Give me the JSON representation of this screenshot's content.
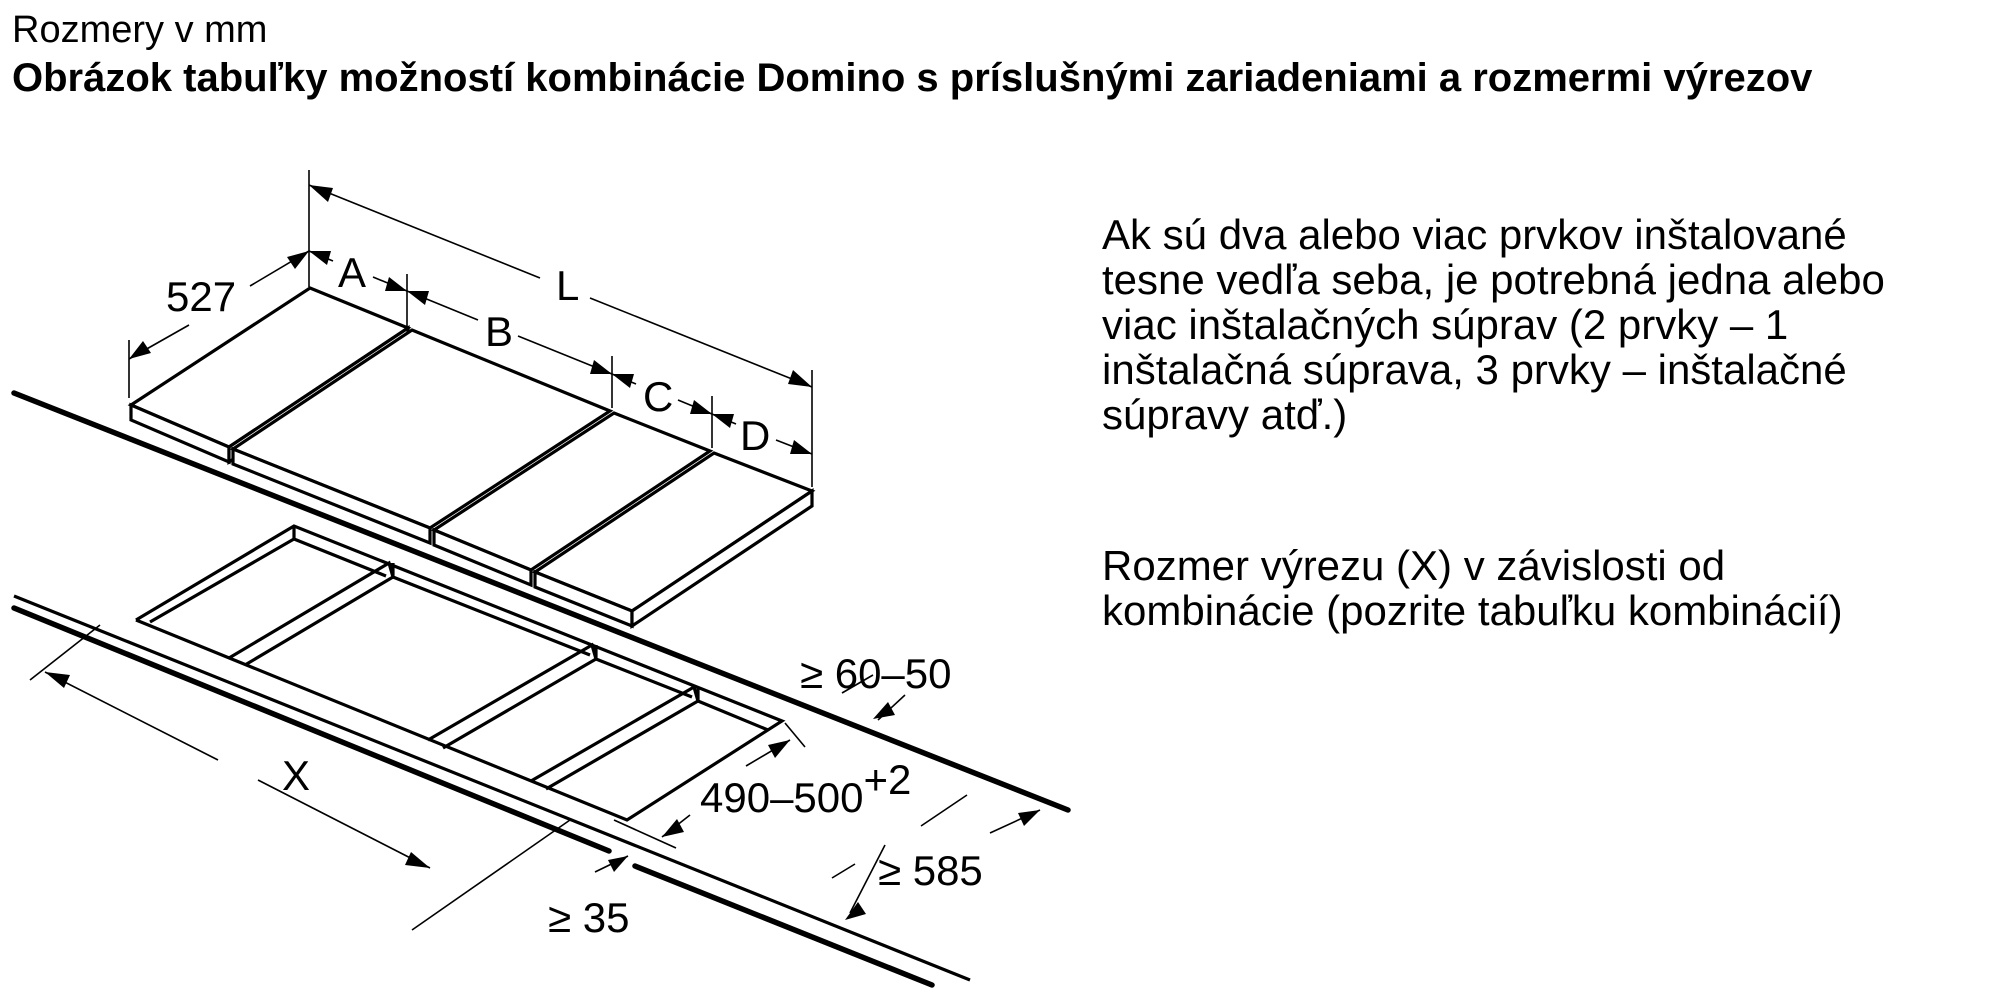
{
  "header": {
    "subtitle": "Rozmery v mm",
    "title": "Obrázok tabuľky možností kombinácie Domino s príslušnými zariadeniami a rozmermi výrezov"
  },
  "notes": {
    "installation_kits": "Ak sú dva alebo viac prvkov inštalované\ntesne vedľa seba, je potrebná jedna alebo\nviac inštalačných súprav (2 prvky – 1\ninštalačná súprava, 3 prvky – inštalačné\nsúpravy atď.)",
    "cutout_dimension": "Rozmer výrezu (X) v závislosti od\nkombinácie (pozrite tabuľku kombinácií)"
  },
  "diagram": {
    "labels": {
      "depth": "527",
      "width_a": "A",
      "width_b": "B",
      "width_c": "C",
      "width_d": "D",
      "total_length": "L",
      "cutout_width": "X",
      "cutout_depth": "490–500",
      "cutout_depth_tolerance": "+2",
      "rear_distance": "≥ 60–50",
      "front_distance": "≥ 35",
      "worktop_depth": "≥ 585"
    },
    "hob_segments": [
      "A",
      "B",
      "C",
      "D"
    ],
    "units": "mm"
  }
}
